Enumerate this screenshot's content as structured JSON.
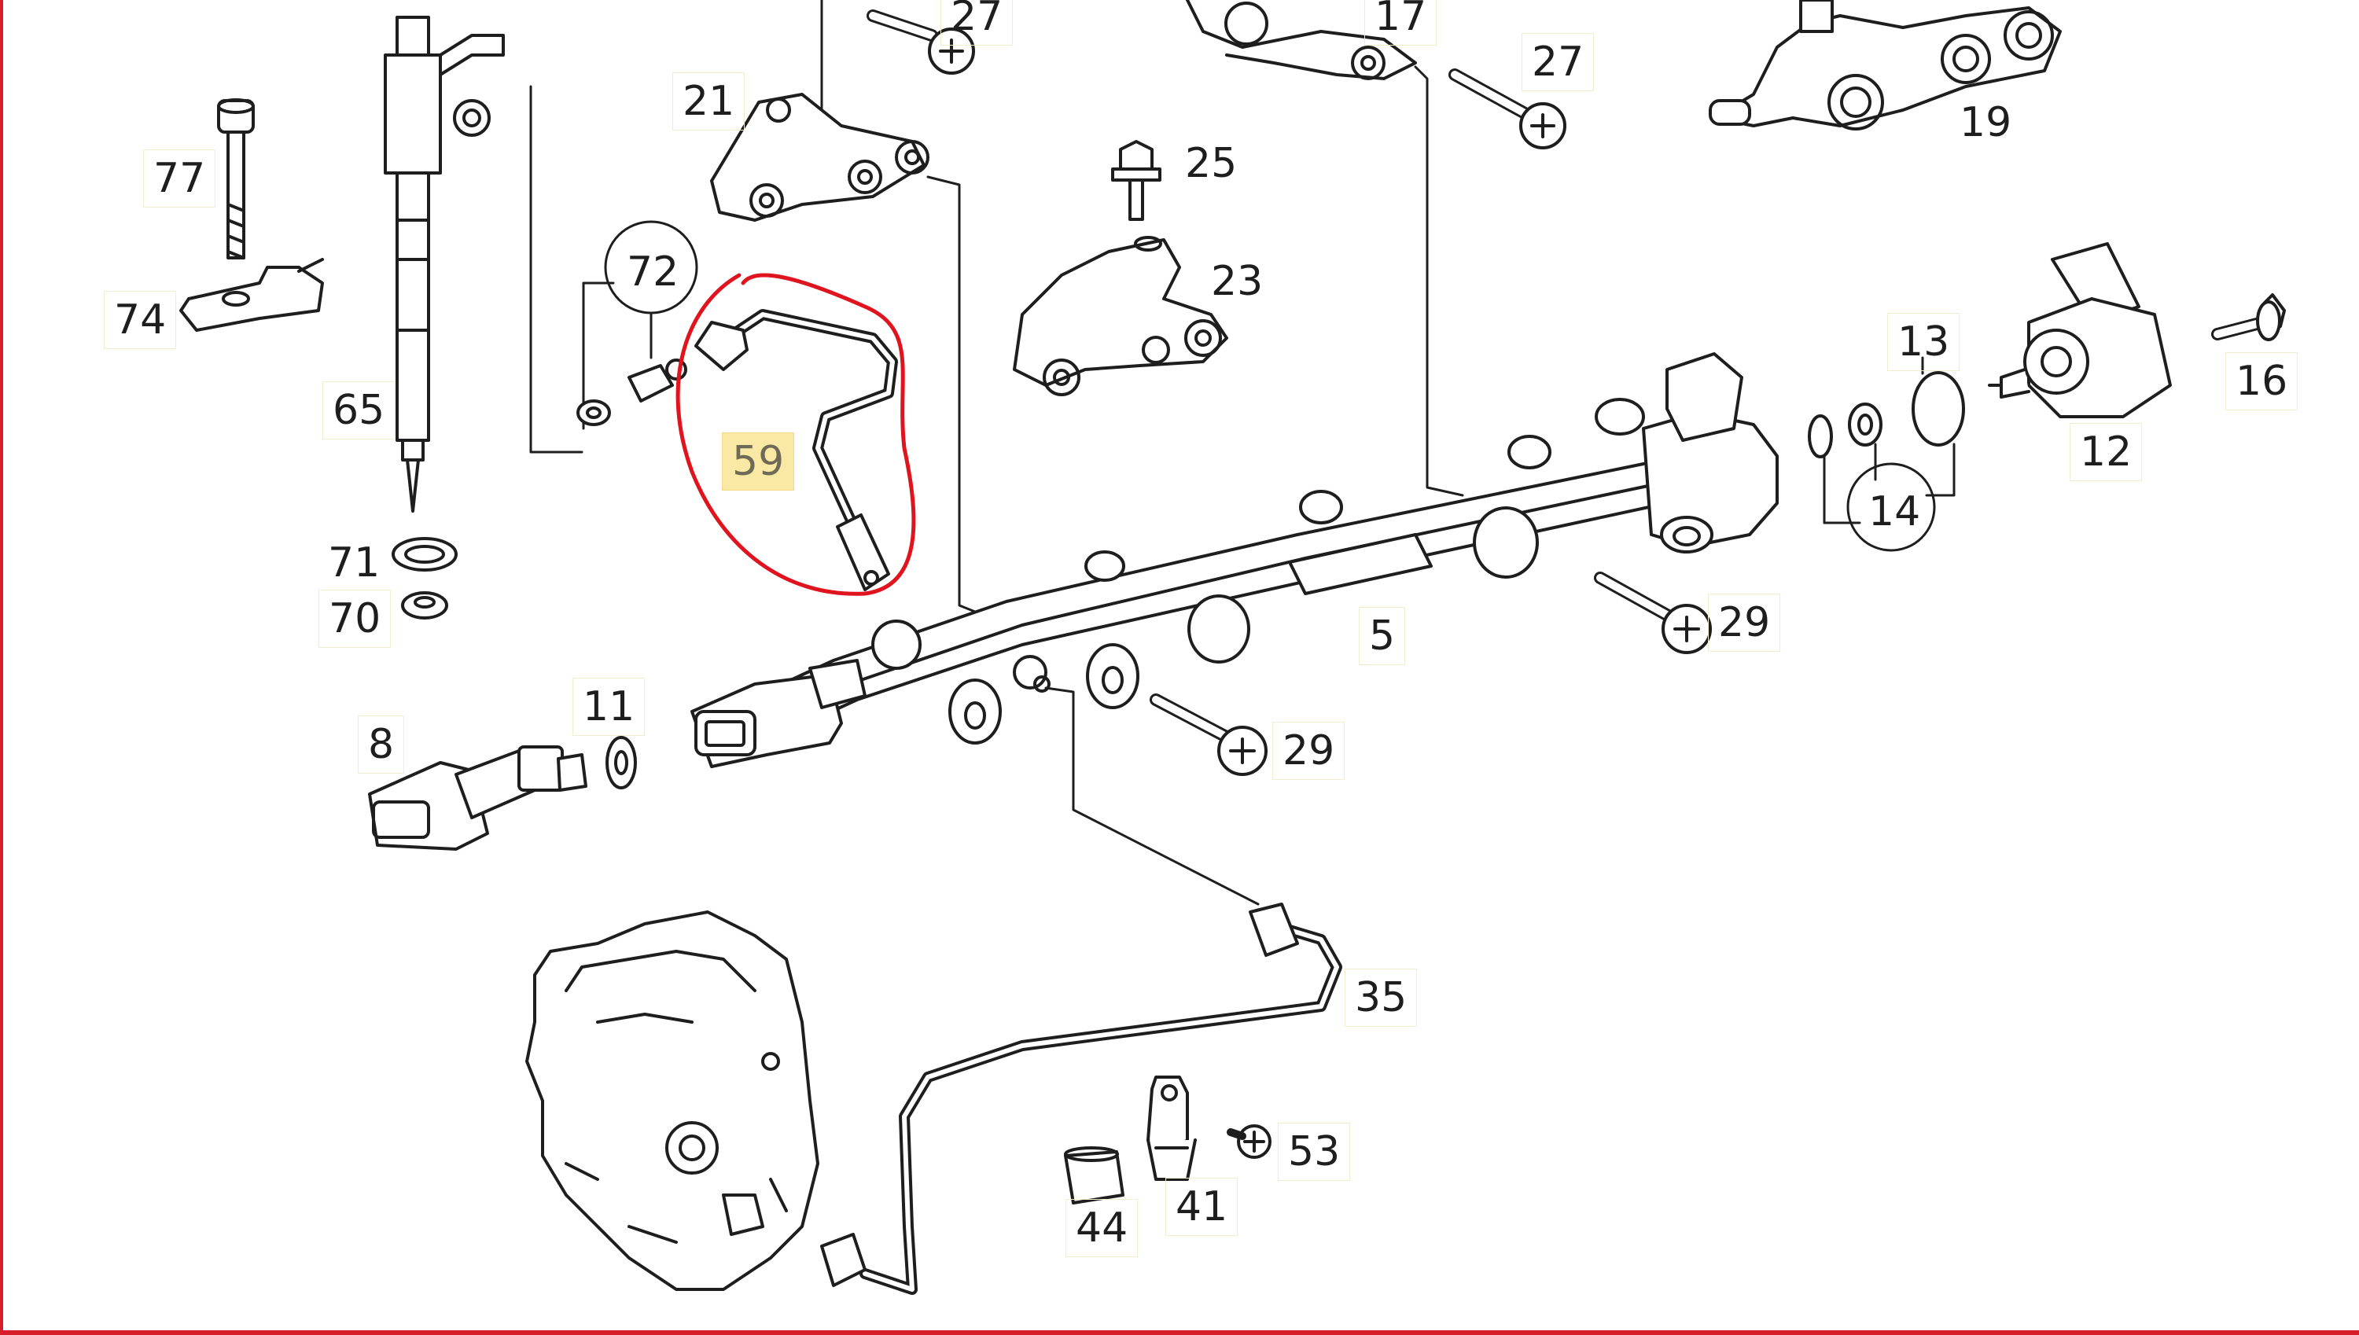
{
  "diagram": {
    "colors": {
      "ink": "#1e1e1e",
      "highlight_fill": "#f9e9a5",
      "annotation_red": "#e0141e",
      "frame_red": "#d81e2a"
    },
    "labels": {
      "l27a": "27",
      "l17": "17",
      "l27b": "27",
      "l21": "21",
      "l19": "19",
      "l77": "77",
      "l25": "25",
      "l23": "23",
      "l74": "74",
      "l72": "72",
      "l13": "13",
      "l16": "16",
      "l65": "65",
      "l59": "59",
      "l12": "12",
      "l14": "14",
      "l71": "71",
      "l70": "70",
      "l5": "5",
      "l29a": "29",
      "l11": "11",
      "l8": "8",
      "l29b": "29",
      "l35": "35",
      "l53": "53",
      "l41": "41",
      "l44": "44"
    },
    "highlighted_part": "59",
    "annotation": "red freehand circle around part 59"
  }
}
